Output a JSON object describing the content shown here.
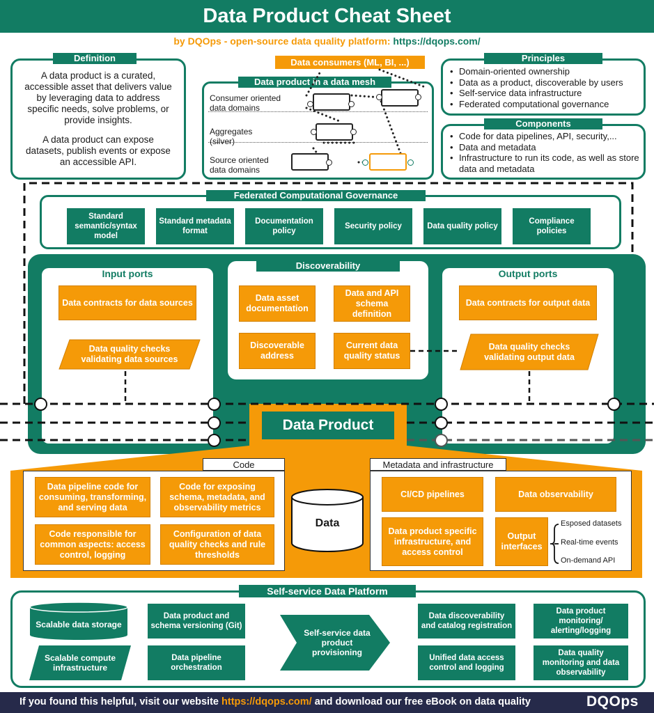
{
  "header": {
    "title": "Data Product Cheat Sheet",
    "subtitle_prefix": "by DQOps - open-source data quality platform: ",
    "subtitle_link": "https://dqops.com/"
  },
  "definition": {
    "title": "Definition",
    "para1": "A data product is a curated, accessible asset that delivers value by leveraging data to address specific needs, solve problems, or provide insights.",
    "para2": "A data product can expose datasets, publish events or expose an accessible API."
  },
  "mesh": {
    "consumers_label": "Data consumers (ML, BI, ...)",
    "title": "Data product in a data mesh",
    "rows": [
      "Consumer oriented data domains",
      "Aggregates (silver)",
      "Source oriented data domains"
    ]
  },
  "principles": {
    "title": "Principles",
    "items": [
      "Domain-oriented ownership",
      "Data as a product, discoverable by users",
      "Self-service data infrastructure",
      "Federated computational governance"
    ]
  },
  "components": {
    "title": "Components",
    "items": [
      "Code for data pipelines, API, security,...",
      "Data and metadata",
      "Infrastructure to run its code, as well as store data and metadata"
    ]
  },
  "governance": {
    "title": "Federated Computational Governance",
    "items": [
      "Standard semantic/syntax model",
      "Standard metadata format",
      "Documentation policy",
      "Security policy",
      "Data quality policy",
      "Compliance policies"
    ]
  },
  "input_ports": {
    "title": "Input ports",
    "contracts": "Data contracts for data sources",
    "checks": "Data quality checks validating data sources"
  },
  "discoverability": {
    "title": "Discoverability",
    "items": [
      "Data asset documentation",
      "Data and API schema definition",
      "Discoverable address",
      "Current data quality status"
    ]
  },
  "output_ports": {
    "title": "Output ports",
    "contracts": "Data contracts for output data",
    "checks": "Data quality checks validating output data"
  },
  "data_product": {
    "title": "Data Product"
  },
  "code": {
    "title": "Code",
    "items": [
      "Data pipeline code for consuming, transforming, and serving data",
      "Code for exposing schema, metadata, and observability metrics",
      "Code responsible for common aspects: access control, logging",
      "Configuration of data quality checks and rule thresholds"
    ]
  },
  "data_store": {
    "label": "Data"
  },
  "metadata": {
    "title": "Metadata and infrastructure",
    "cicd": "CI/CD pipelines",
    "observability": "Data observability",
    "infra": "Data product specific infrastructure,  and access control",
    "output_interfaces": "Output interfaces",
    "interfaces": [
      "Esposed datasets",
      "Real-time events",
      "On-demand API"
    ]
  },
  "platform": {
    "title": "Self-service Data Platform",
    "storage": "Scalable data storage",
    "compute": "Scalable compute infrastructure",
    "versioning": "Data product  and schema versioning (Git)",
    "orchestration": "Data pipeline orchestration",
    "provisioning": "Self-service data product provisioning",
    "catalog": "Data discoverability and catalog registration",
    "access": "Unified data access control and logging",
    "monitoring": "Data product monitoring/ alerting/logging",
    "dq_monitoring": "Data quality monitoring and data observability"
  },
  "footer": {
    "text_prefix": "If you found this helpful, visit our website ",
    "link": "https://dqops.com/",
    "text_suffix": " and download our free eBook on data quality",
    "logo": "DQOps"
  },
  "colors": {
    "teal": "#127c63",
    "orange": "#f59a08",
    "navy": "#262a4a"
  }
}
